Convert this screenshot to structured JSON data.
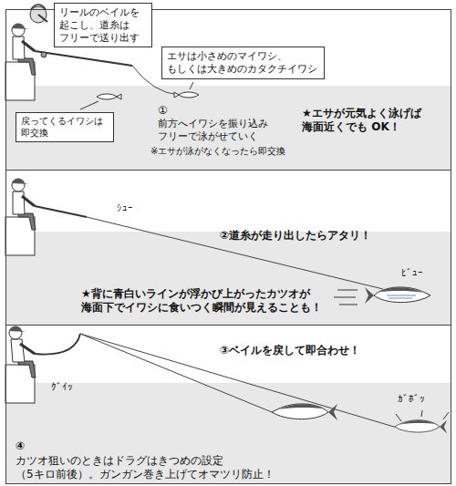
{
  "diagram": {
    "nodes": [
      {
        "text": [
          "①",
          "前方へイワシを振り込み フリーで泳がせていく",
          "※エサが泳がなくなったら即交換",
          "★エサが元気よく泳げば 海面近くでも OK！"
        ]
      },
      {
        "text": [
          "リールのベイルを 起こし、道糸は フリーで送り出す"
        ],
        "in": 0
      },
      {
        "text": [
          "エサは小さめのマイワシ、 もしくは大きめのカタクチイワシ"
        ],
        "in": 0
      },
      {
        "text": [
          "戻ってくるイワシは 即交換"
        ],
        "in": 0
      },
      {
        "text": [
          "②道糸が走り出したらアタリ！",
          "★背に青白いラインが浮かび上がったカツオが 海面下でイワシに食いつく瞬間が見えることも！"
        ]
      },
      {
        "text": [
          "③ベイルを戻して即合わせ！",
          "④",
          "カツオ狙いのときはドラグはきつめの設定 （5キロ前後）。ガンガン巻き上げてオマツリ防止！"
        ]
      }
    ],
    "labels": [
      "ｼｭｰ",
      "ﾋﾞｭｰ",
      "ｸﾞｲｯ",
      "ｶﾞﾎﾞｯ"
    ]
  }
}
